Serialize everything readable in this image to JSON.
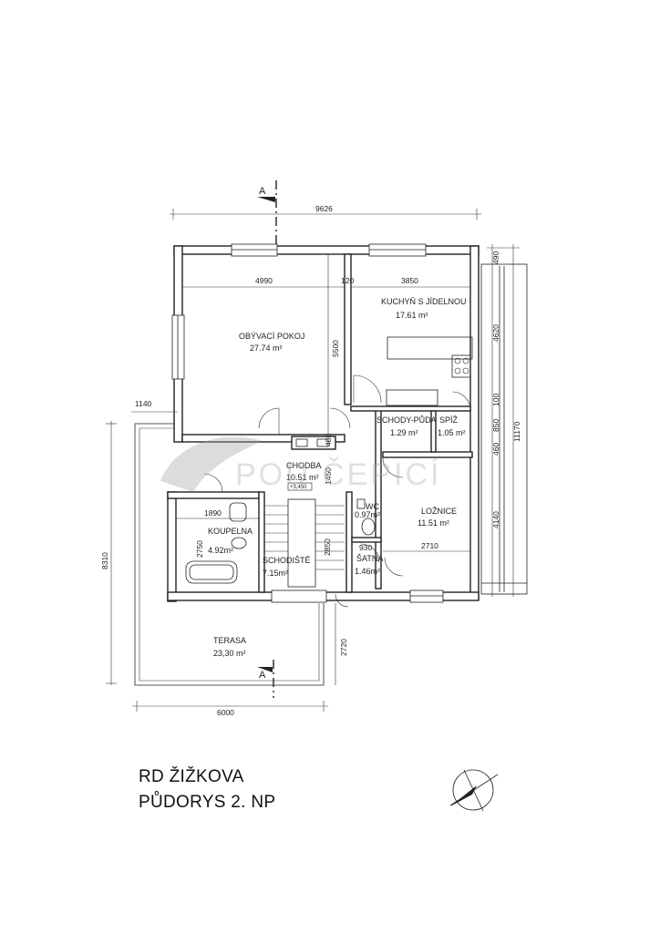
{
  "title": "RD ŽIŽKOVA",
  "subtitle": "PŮDORYS 2. NP",
  "watermark": "POD ČEPICÍ",
  "section_marker": "A",
  "level_mark": "+3,450",
  "rooms": {
    "obyvaci": {
      "name": "OBÝVACÍ POKOJ",
      "area": "27.74 m²"
    },
    "kuchyn": {
      "name": "KUCHYŇ S JÍDELNOU",
      "area": "17.61 m²"
    },
    "schody_puda": {
      "name": "SCHODY-PŮDA",
      "area": "1.29 m²"
    },
    "spiz": {
      "name": "SPÍŽ",
      "area": "1.05 m²"
    },
    "chodba": {
      "name": "CHODBA",
      "area": "10.51 m²"
    },
    "koupelna": {
      "name": "KOUPELNA",
      "area": "4.92m²"
    },
    "wc": {
      "name": "WC",
      "area": "0.97m²"
    },
    "loznice": {
      "name": "LOŽNICE",
      "area": "11.51 m²"
    },
    "schodiste": {
      "name": "SCHODIŠTĚ",
      "area": "7.15m²"
    },
    "satna": {
      "name": "ŠATNA",
      "area": "1.46m²"
    },
    "terasa": {
      "name": "TERASA",
      "area": "23,30 m²"
    }
  },
  "dimensions": {
    "top_total": "9626",
    "living_width": "4990",
    "wall_120": "120",
    "kitchen_width": "3850",
    "living_depth": "5500",
    "terrace_offset": "1140",
    "dim_480": "480",
    "dim_1450": "1450",
    "bath_1890": "1890",
    "bath_2750": "2750",
    "stair_2850": "2850",
    "satna_930": "930",
    "bedroom_2710": "2710",
    "left_total": "8310",
    "terrace_depth": "2720",
    "terrace_width": "6000",
    "right_490": "490",
    "right_4620": "4620",
    "right_100": "100",
    "right_850": "850",
    "right_460": "460",
    "right_4140": "4140",
    "right_total": "11170"
  }
}
